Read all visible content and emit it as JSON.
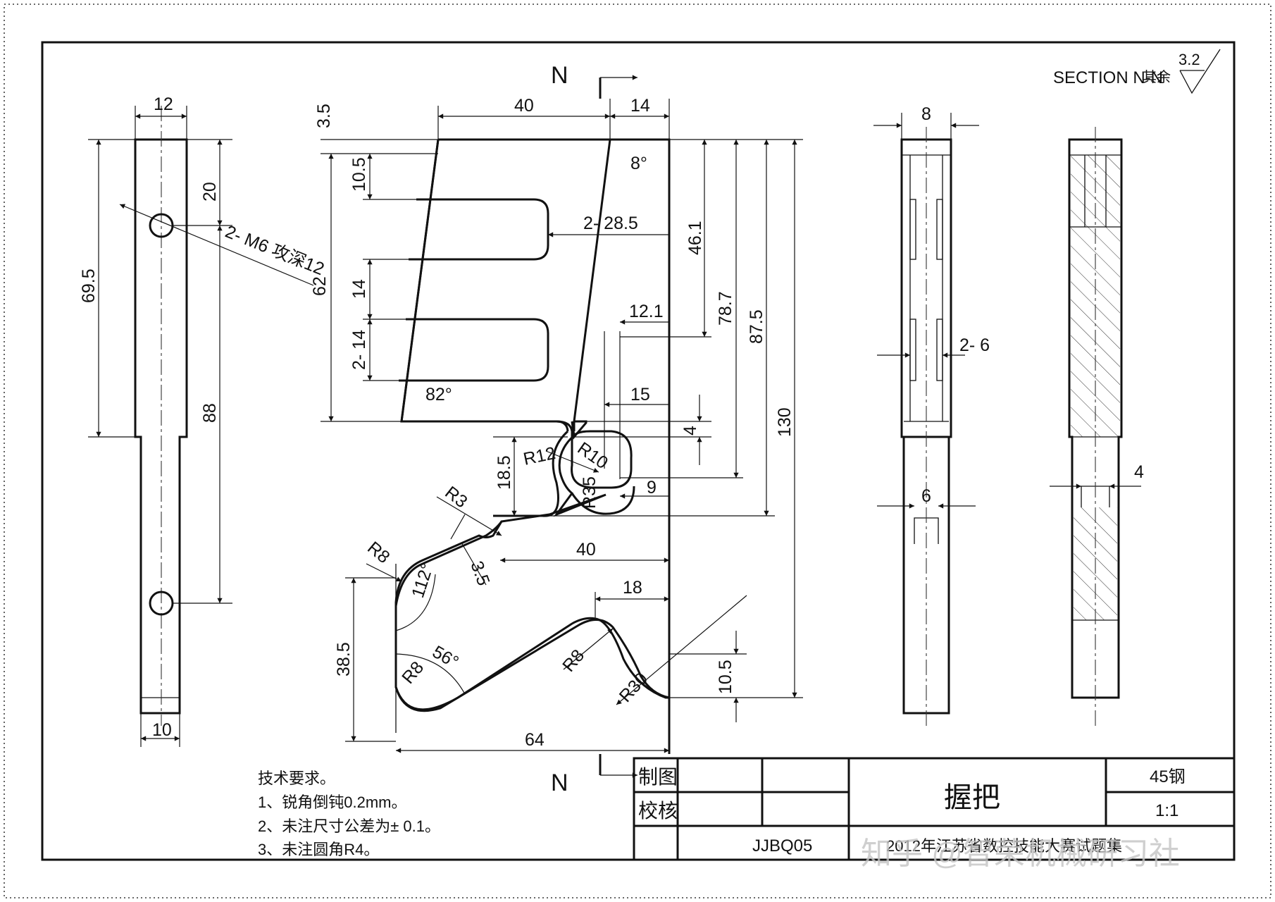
{
  "sheet": {
    "background": "#ffffff",
    "line_color": "#111111",
    "watermark": "知乎 @智荣机械研习社"
  },
  "section": {
    "cut_label_top": "N",
    "cut_label_bottom": "N",
    "title": "SECTION N-N",
    "rest_label": "其余",
    "roughness": "3.2"
  },
  "side_view": {
    "dims": [
      "12",
      "20",
      "69.5",
      "2- M6 攻深12",
      "62",
      "88",
      "10"
    ]
  },
  "main_view": {
    "dims": [
      "3.5",
      "40",
      "14",
      "8°",
      "10.5",
      "2- 28.5",
      "46.1",
      "14",
      "12.1",
      "78.7",
      "87.5",
      "2- 14",
      "82°",
      "15",
      "4",
      "130",
      "R12",
      "R10",
      "18.5",
      "R35",
      "9",
      "R3",
      "40",
      "3.5",
      "R8",
      "112°",
      "18",
      "38.5",
      "56°",
      "R8",
      "R8",
      "10.5",
      "R30",
      "64"
    ]
  },
  "section_view": {
    "dims": [
      "8",
      "2- 6",
      "6",
      "4"
    ]
  },
  "notes": {
    "title": "技术要求。",
    "items": [
      "1、锐角倒钝0.2mm。",
      "2、未注尺寸公差为± 0.1。",
      "3、未注圆角R4。"
    ]
  },
  "title_block": {
    "drawn_label": "制图",
    "checked_label": "校核",
    "part_name": "握把",
    "material": "45钢",
    "scale": "1:1",
    "drawing_no": "JJBQ05",
    "competition": "2012年江苏省数控技能大赛试题集"
  }
}
